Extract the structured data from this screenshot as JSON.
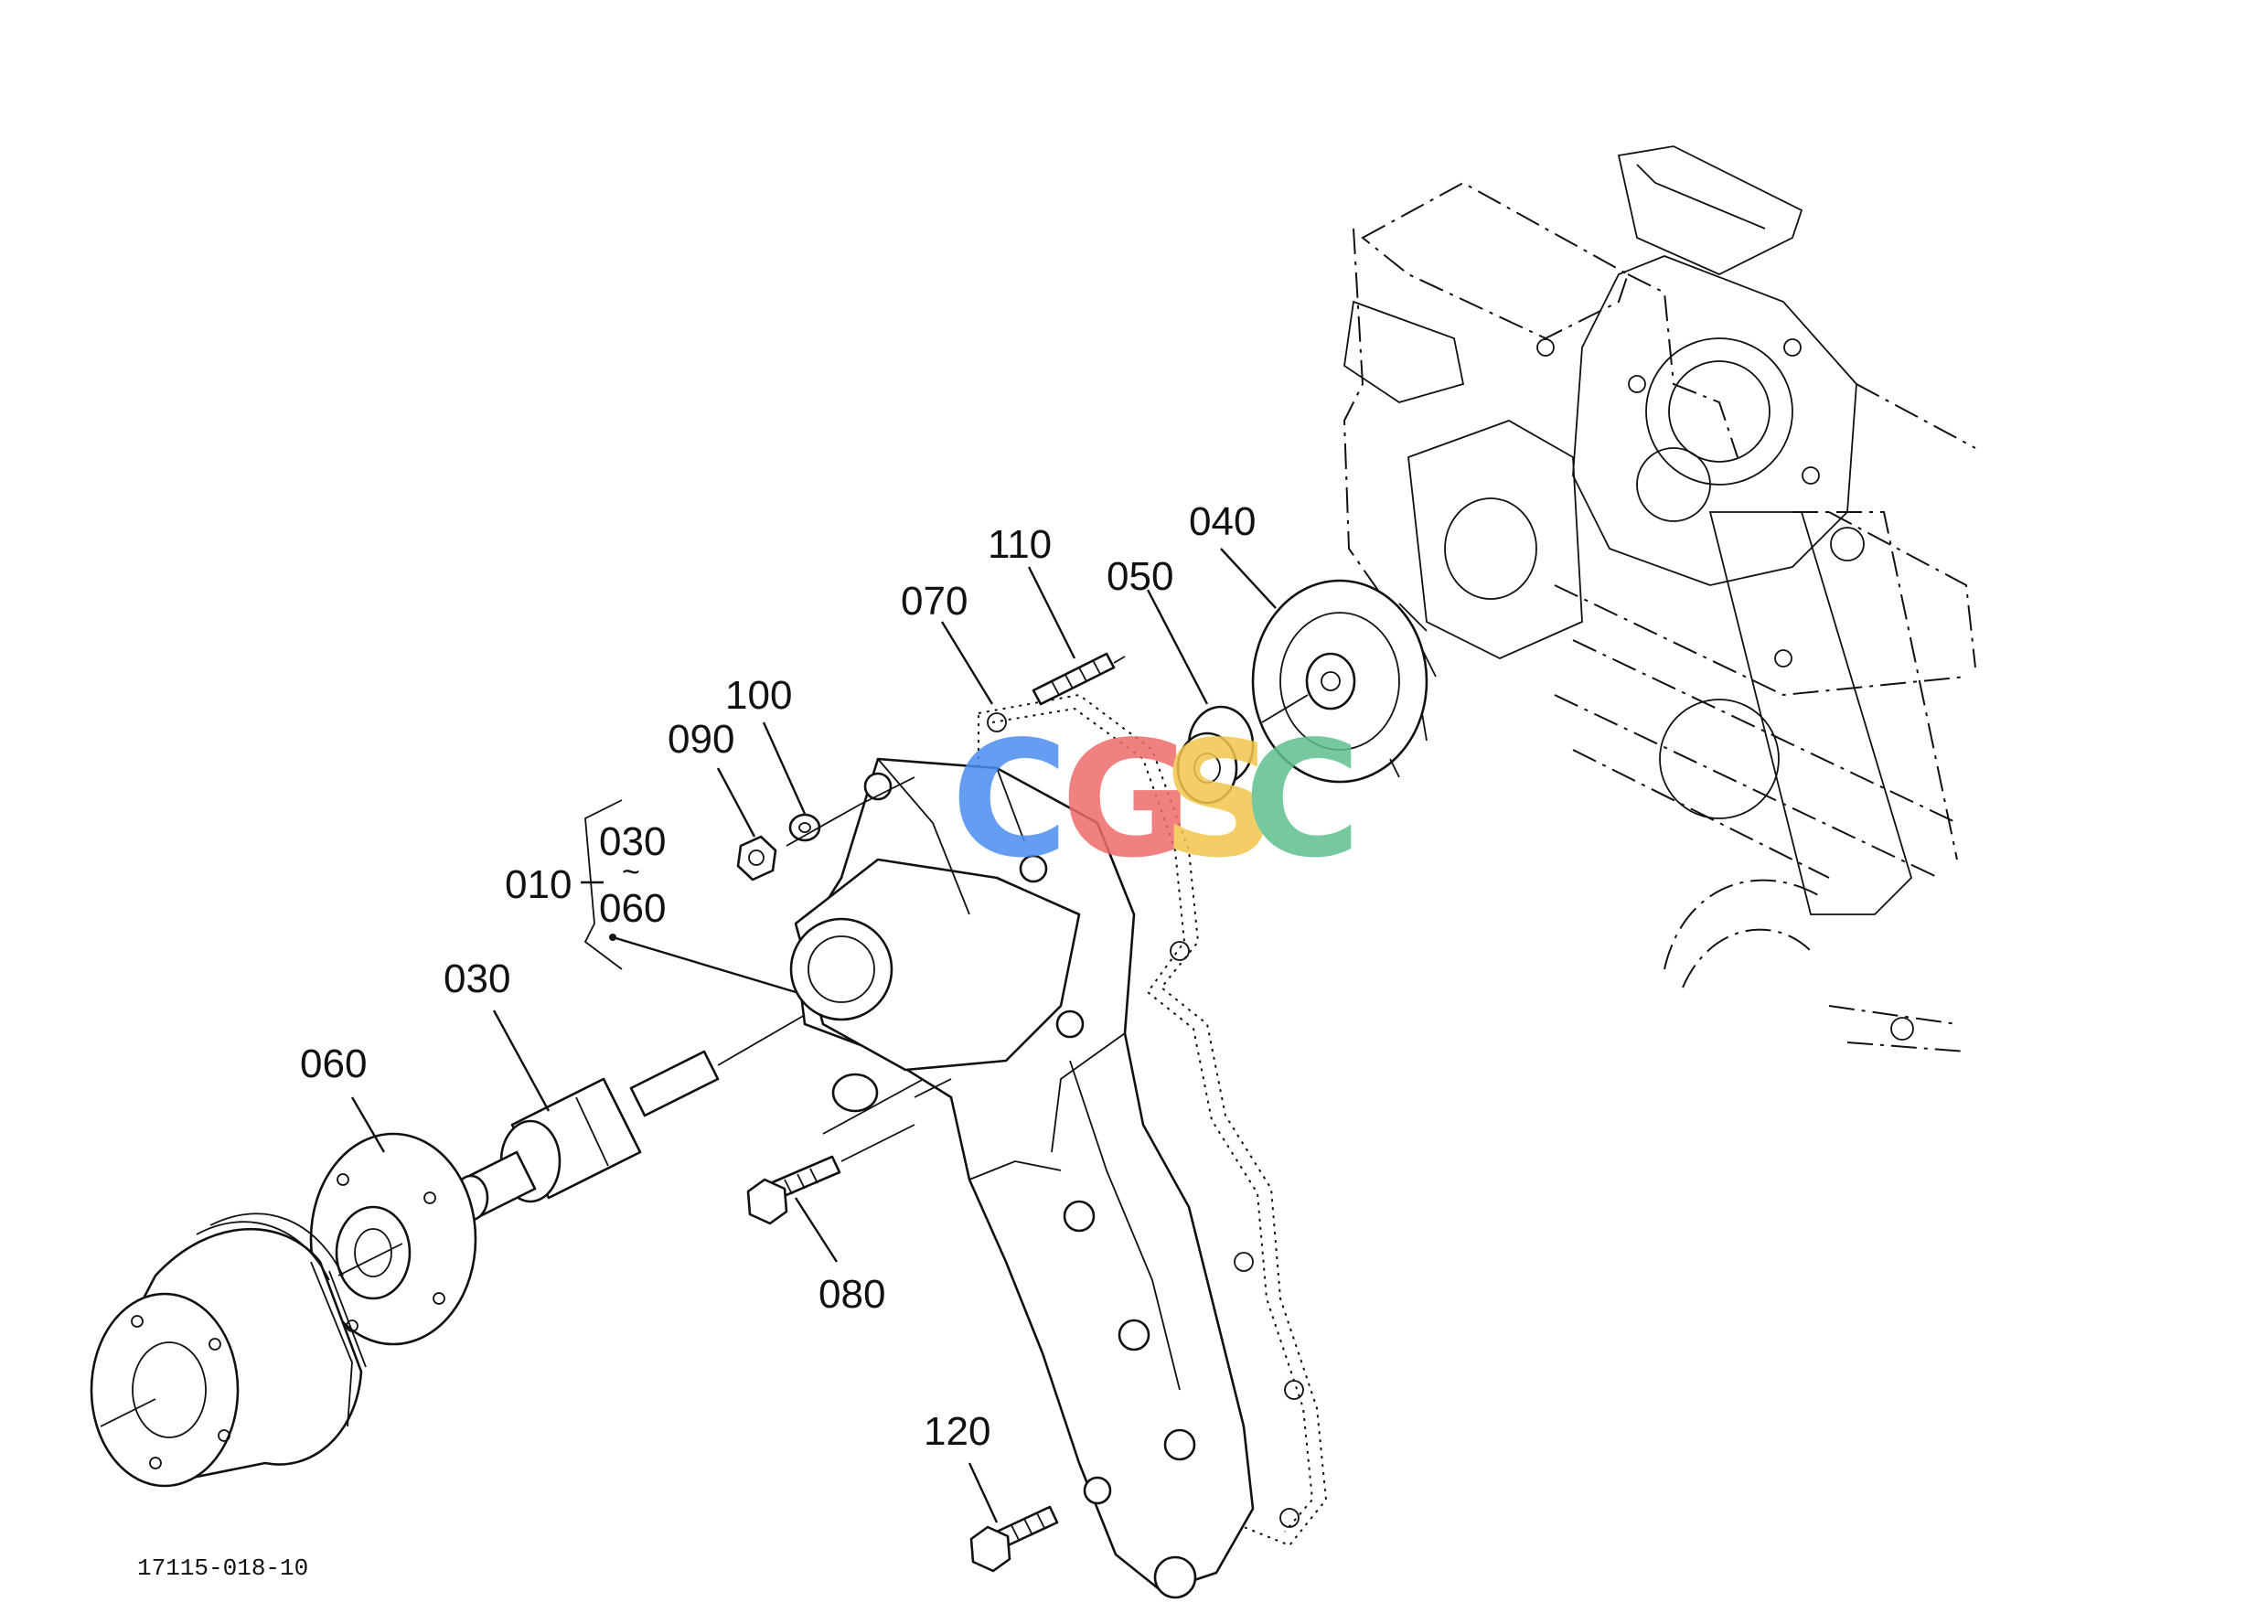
{
  "figure_number": "17115-018-10",
  "callouts": [
    {
      "id": "c010",
      "text": "010"
    },
    {
      "id": "c030a",
      "text": "030"
    },
    {
      "id": "c060a",
      "text": "060"
    },
    {
      "id": "c030",
      "text": "030"
    },
    {
      "id": "c060",
      "text": "060"
    },
    {
      "id": "c040",
      "text": "040"
    },
    {
      "id": "c050",
      "text": "050"
    },
    {
      "id": "c070",
      "text": "070"
    },
    {
      "id": "c080",
      "text": "080"
    },
    {
      "id": "c090",
      "text": "090"
    },
    {
      "id": "c100",
      "text": "100"
    },
    {
      "id": "c110",
      "text": "110"
    },
    {
      "id": "c120",
      "text": "120"
    }
  ],
  "range_separator": "~",
  "watermark": {
    "letters": [
      "C",
      "G",
      "S",
      "C"
    ],
    "colors": [
      "#4a8df0",
      "#ef6b6b",
      "#f3c64a",
      "#5fbf8f"
    ]
  }
}
